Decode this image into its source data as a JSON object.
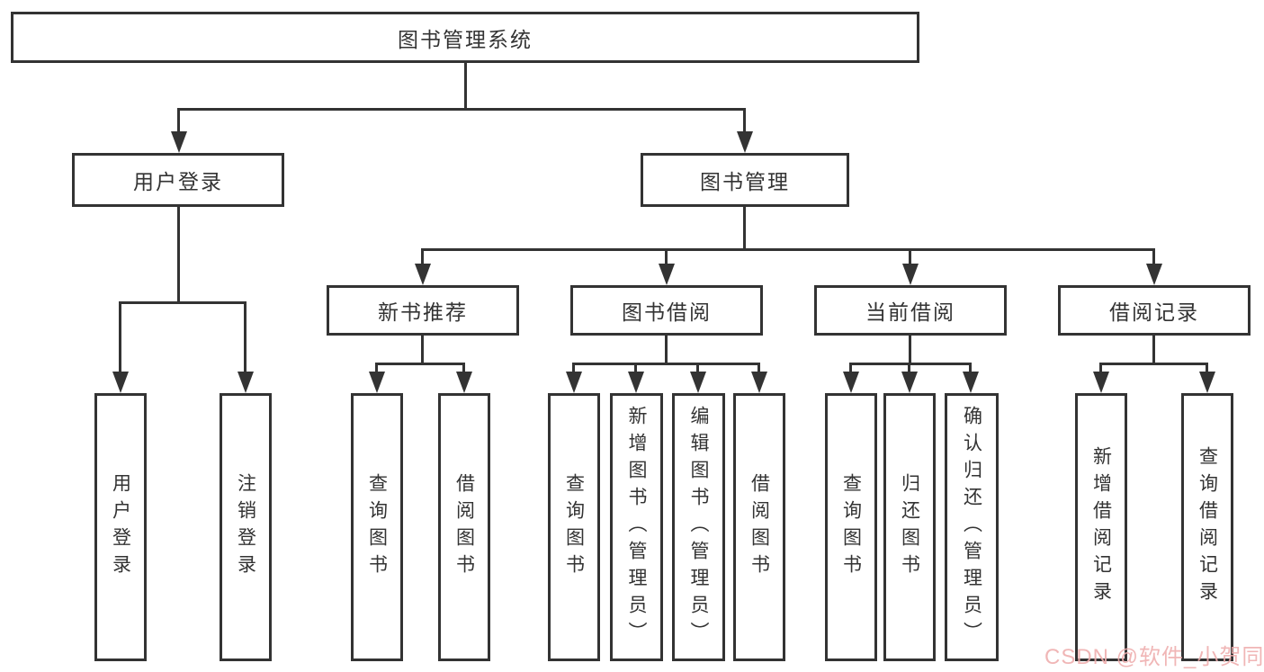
{
  "diagram": {
    "tree": {
      "root": {
        "label": "图书管理系统"
      },
      "branches": [
        {
          "label": "用户登录",
          "children": [
            {
              "label": "用户登录"
            },
            {
              "label": "注销登录"
            }
          ]
        },
        {
          "label": "图书管理",
          "children": [
            {
              "label": "新书推荐",
              "children": [
                {
                  "label": "查询图书"
                },
                {
                  "label": "借阅图书"
                }
              ]
            },
            {
              "label": "图书借阅",
              "children": [
                {
                  "label": "查询图书"
                },
                {
                  "label": "新增图书（管理员）"
                },
                {
                  "label": "编辑图书（管理员）"
                },
                {
                  "label": "借阅图书"
                }
              ]
            },
            {
              "label": "当前借阅",
              "children": [
                {
                  "label": "查询图书"
                },
                {
                  "label": "归还图书"
                },
                {
                  "label": "确认归还（管理员）"
                }
              ]
            },
            {
              "label": "借阅记录",
              "children": [
                {
                  "label": "新增借阅记录"
                },
                {
                  "label": "查询借阅记录"
                }
              ]
            }
          ]
        }
      ]
    },
    "colors": {
      "line": "#333333",
      "background": "#ffffff",
      "box_fill": "#ffffff"
    }
  },
  "watermark": {
    "text": "CSDN @软件_小贺同学",
    "color": "#eeacac"
  }
}
